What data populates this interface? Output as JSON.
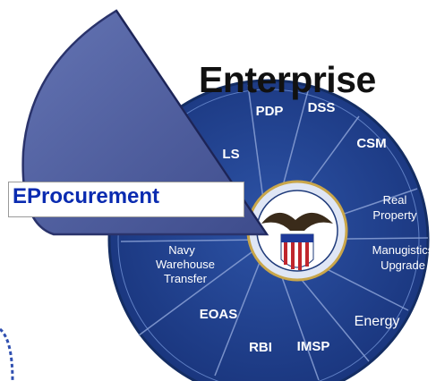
{
  "heading": "Enterprise",
  "wedge_label": "EProcurement",
  "segments": [
    {
      "label": "PDP"
    },
    {
      "label": "DSS"
    },
    {
      "label": "CSM"
    },
    {
      "label": "Real Property"
    },
    {
      "label": "Manugistics Upgrade"
    },
    {
      "label": "Energy"
    },
    {
      "label": "IMSP"
    },
    {
      "label": "RBI"
    },
    {
      "label": "EOAS"
    },
    {
      "label": "Navy Warehouse Transfer"
    },
    {
      "label": "LS"
    }
  ],
  "colors": {
    "wheel_fill": "#1f3f86",
    "wheel_edge": "#142d63",
    "wedge_fill": "#4f5e9e",
    "wedge_edge": "#2a336b",
    "label_text": "#0a2bb0",
    "segment_text": "#ffffff"
  }
}
